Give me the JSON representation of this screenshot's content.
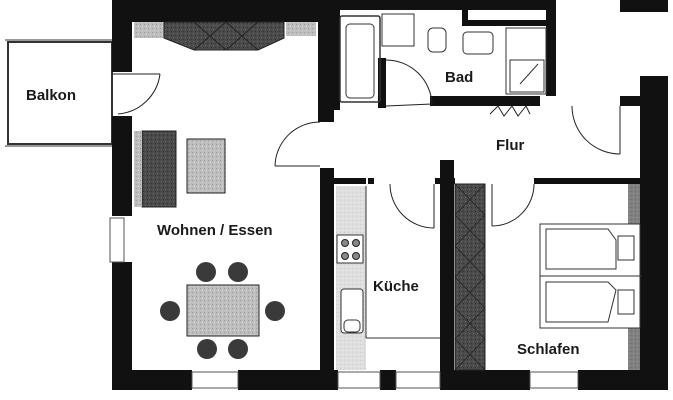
{
  "plan": {
    "type": "floor-plan",
    "colors": {
      "wall": "#111111",
      "floor": "#ffffff",
      "furniture_dark": "#4a4a4a",
      "furniture_light": "#bdbdbd",
      "outline": "#222222"
    },
    "rooms": [
      {
        "id": "balkon",
        "label": "Balkon"
      },
      {
        "id": "wohnen",
        "label": "Wohnen / Essen"
      },
      {
        "id": "bad",
        "label": "Bad"
      },
      {
        "id": "flur",
        "label": "Flur"
      },
      {
        "id": "kueche",
        "label": "Küche"
      },
      {
        "id": "schlafen",
        "label": "Schlafen"
      }
    ]
  }
}
